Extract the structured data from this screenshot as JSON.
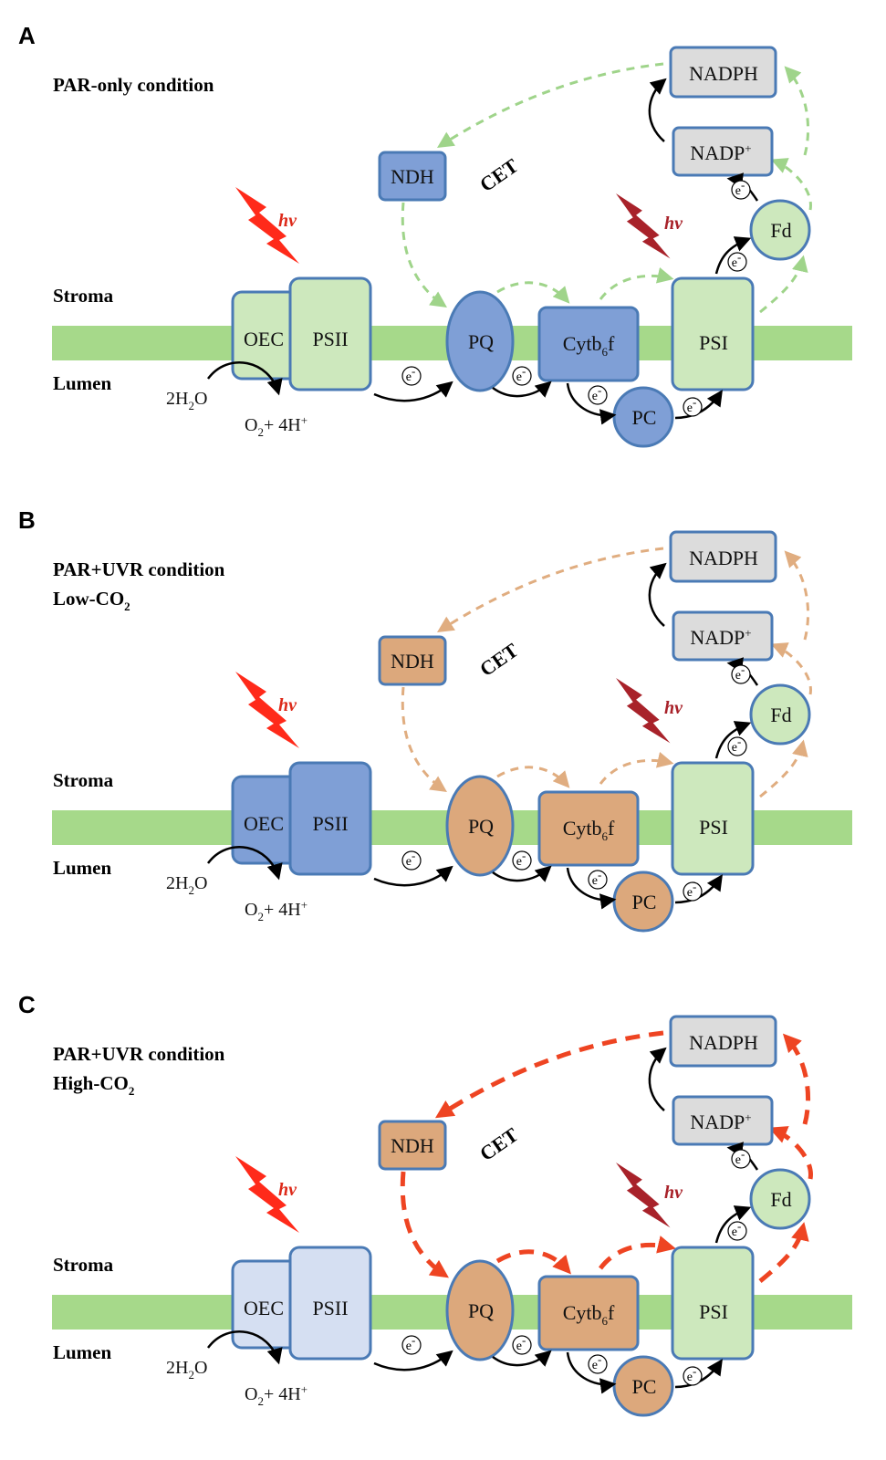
{
  "colors": {
    "membrane": "#a6d98a",
    "border": "#4a7ab5",
    "light_green": "#cde8bd",
    "blue": "#7f9fd6",
    "light_blue": "#d5dff2",
    "orange": "#dca87c",
    "grey": "#dcdcdc",
    "flow_green": "#9fd48a",
    "flow_orange": "#e0ad80",
    "flow_red": "#ee4422",
    "bolt_red": "#ff2a1a",
    "bolt_dark": "#a8222a"
  },
  "panels": [
    {
      "letter": "A",
      "condition": [
        "PAR-only condition"
      ],
      "stroke": "thin",
      "flow_color": "#9fd48a",
      "fills": {
        "oec": "#cde8bd",
        "psii": "#cde8bd",
        "ndh": "#7f9fd6",
        "pq": "#7f9fd6",
        "cyt": "#7f9fd6",
        "pc": "#7f9fd6",
        "psi": "#cde8bd",
        "fd": "#cde8bd",
        "nadp": "#dcdcdc",
        "nadph": "#dcdcdc"
      }
    },
    {
      "letter": "B",
      "condition": [
        "PAR+UVR condition",
        "Low-CO",
        "2"
      ],
      "stroke": "thin",
      "flow_color": "#e0ad80",
      "fills": {
        "oec": "#7f9fd6",
        "psii": "#7f9fd6",
        "ndh": "#dca87c",
        "pq": "#dca87c",
        "cyt": "#dca87c",
        "pc": "#dca87c",
        "psi": "#cde8bd",
        "fd": "#cde8bd",
        "nadp": "#dcdcdc",
        "nadph": "#dcdcdc"
      }
    },
    {
      "letter": "C",
      "condition": [
        "PAR+UVR condition",
        "High-CO",
        "2"
      ],
      "stroke": "thick",
      "flow_color": "#ee4422",
      "fills": {
        "oec": "#d5dff2",
        "psii": "#d5dff2",
        "ndh": "#dca87c",
        "pq": "#dca87c",
        "cyt": "#dca87c",
        "pc": "#dca87c",
        "psi": "#cde8bd",
        "fd": "#cde8bd",
        "nadp": "#dcdcdc",
        "nadph": "#dcdcdc"
      }
    }
  ],
  "labels": {
    "stroma": "Stroma",
    "lumen": "Lumen",
    "oec": "OEC",
    "psii": "PSII",
    "ndh": "NDH",
    "pq": "PQ",
    "cyt_main": "Cytb",
    "cyt_sub": "6",
    "cyt_tail": "f",
    "pc": "PC",
    "psi": "PSI",
    "fd": "Fd",
    "nadp_main": "NADP",
    "nadp_sup": "+",
    "nadph": "NADPH",
    "cet": "CET",
    "hv": "hv",
    "electron": "e",
    "electron_sup": "-",
    "water_prefix": "2H",
    "water_sub": "2",
    "water_suffix": "O",
    "oxygen_prefix": "O",
    "oxygen_sub": "2",
    "oxygen_suffix": "+ 4H",
    "oxygen_sup": "+"
  }
}
